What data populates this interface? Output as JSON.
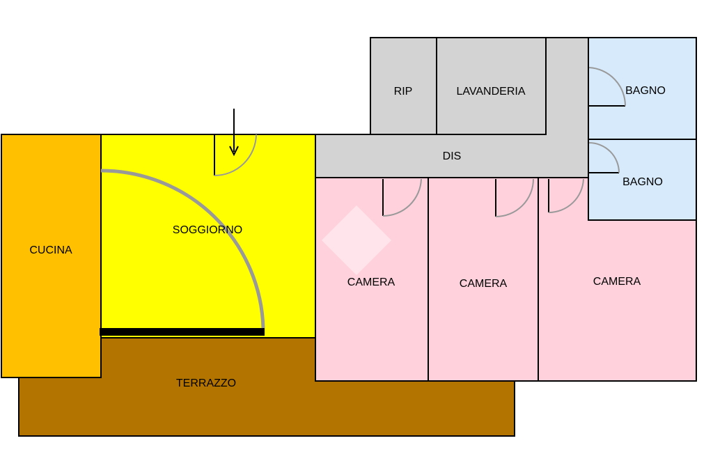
{
  "rooms": {
    "cucina": "CUCINA",
    "soggiorno": "SOGGIORNO",
    "terrazzo": "TERRAZZO",
    "rip": "RIP",
    "lavanderia": "LAVANDERIA",
    "dis": "DIS",
    "bagno_1": "BAGNO",
    "bagno_2": "BAGNO",
    "camera_1": "CAMERA",
    "camera_2": "CAMERA",
    "camera_3": "CAMERA"
  },
  "colors": {
    "cucina": "#FFC000",
    "soggiorno": "#FFFF00",
    "terrazzo": "#B37400",
    "service": "#D3D3D3",
    "bagno": "#D6EAFB",
    "camera": "#FFD1DC",
    "wall": "#000000",
    "door": "#999999"
  },
  "watermark": "house-logo-icon"
}
